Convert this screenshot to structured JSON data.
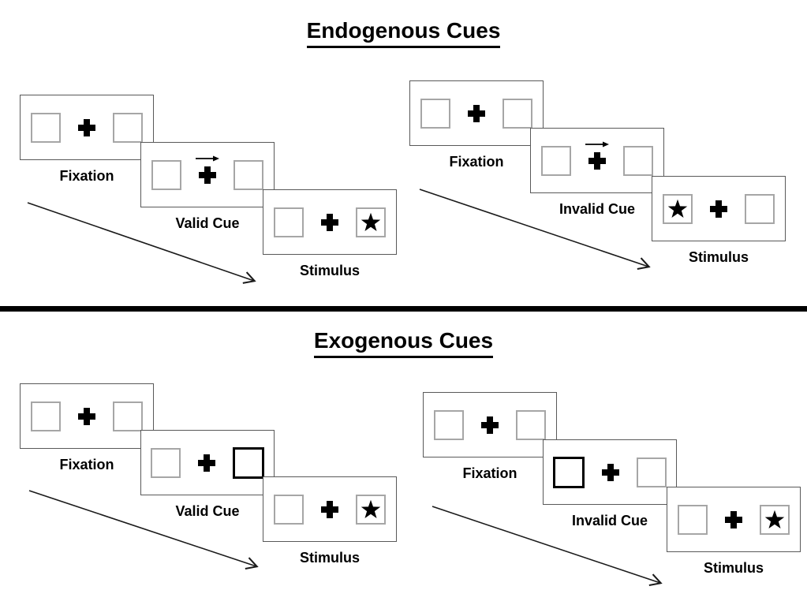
{
  "page": {
    "background": "#ffffff"
  },
  "colors": {
    "ink": "#000000",
    "panel_border": "#595959",
    "box_border": "#a6a6a6",
    "cue_box_border": "#000000"
  },
  "sections": [
    {
      "title": "Endogenous Cues",
      "trials": [
        {
          "name": "valid",
          "cue_direction": "right",
          "star_side": "right",
          "panels": [
            {
              "label": "Fixation"
            },
            {
              "label": "Valid Cue"
            },
            {
              "label": "Stimulus"
            }
          ]
        },
        {
          "name": "invalid",
          "cue_direction": "right",
          "star_side": "left",
          "panels": [
            {
              "label": "Fixation"
            },
            {
              "label": "Invalid Cue"
            },
            {
              "label": "Stimulus"
            }
          ]
        }
      ]
    },
    {
      "title": "Exogenous Cues",
      "trials": [
        {
          "name": "valid",
          "cue_side": "right",
          "star_side": "right",
          "panels": [
            {
              "label": "Fixation"
            },
            {
              "label": "Valid Cue"
            },
            {
              "label": "Stimulus"
            }
          ]
        },
        {
          "name": "invalid",
          "cue_side": "left",
          "star_side": "right",
          "panels": [
            {
              "label": "Fixation"
            },
            {
              "label": "Invalid Cue"
            },
            {
              "label": "Stimulus"
            }
          ]
        }
      ]
    }
  ]
}
